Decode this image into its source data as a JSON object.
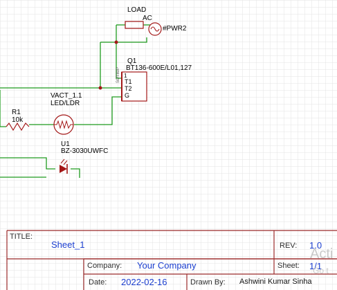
{
  "components": {
    "load": {
      "designator": "LOAD",
      "value": "AC"
    },
    "power_net": "#PWR2",
    "triac": {
      "designator": "Q1",
      "part": "BT136-600E/L01,127",
      "pins": [
        "1",
        "T1",
        "T2",
        "G"
      ],
      "vertical_label": "SOT80P"
    },
    "ldr": {
      "designator": "VACT_1.1",
      "part": "LED/LDR"
    },
    "resistor": {
      "designator": "R1",
      "value": "10k"
    },
    "buzzer": {
      "designator": "U1",
      "part": "BZ-3030UWFC"
    }
  },
  "title_block": {
    "title_label": "TITLE:",
    "title_value": "Sheet_1",
    "rev_label": "REV:",
    "rev_value": "1.0",
    "company_label": "Company:",
    "company_value": "Your Company",
    "sheet_label": "Sheet:",
    "sheet_value": "1/1",
    "date_label": "Date:",
    "date_value": "2022-02-16",
    "drawn_label": "Drawn By:",
    "drawn_value": "Ashwini Kumar Sinha"
  },
  "watermark": {
    "line1": "Acti",
    "line2": "Go t"
  },
  "colors": {
    "wire": "#1e9a1e",
    "component": "#a31818",
    "border": "#9b2a2a",
    "grid": "#e3e3e3",
    "value_text": "#1c3fd0"
  }
}
